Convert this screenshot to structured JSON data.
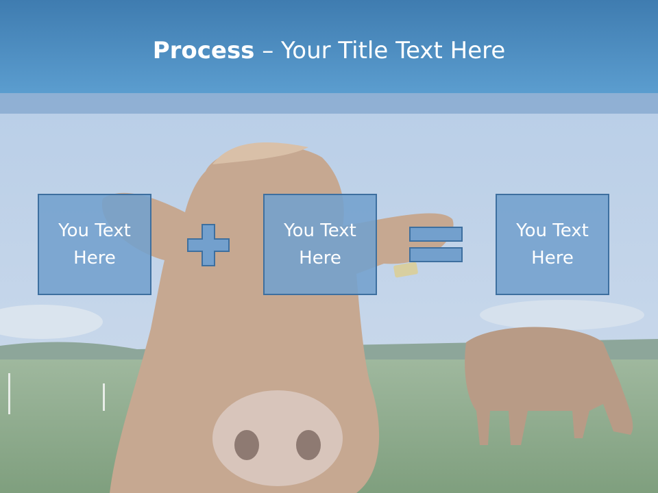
{
  "slide": {
    "title_bold": "Process",
    "title_rest": " – Your Title Text Here",
    "boxes": [
      {
        "text": "You Text\nHere"
      },
      {
        "text": "You Text\nHere"
      },
      {
        "text": "You Text\nHere"
      }
    ],
    "operators": [
      "plus-icon",
      "equals-icon"
    ]
  },
  "colors": {
    "title_bar": "#4f8fc4",
    "box_fill": "#73a0cd",
    "box_border": "#3d6f9f",
    "text": "#ffffff"
  }
}
